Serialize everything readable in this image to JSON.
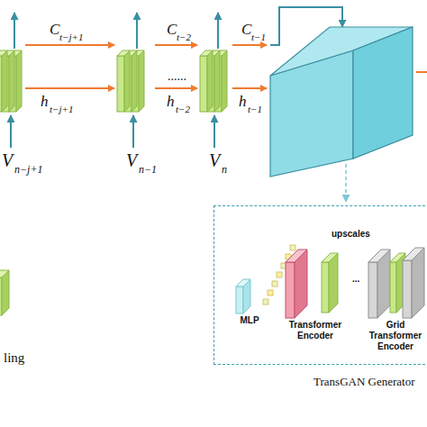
{
  "diagram": {
    "nodes": [
      {
        "text": [
          "TransGAN Generator"
        ]
      },
      {
        "text": [
          "MLP"
        ],
        "in": 0
      },
      {
        "text": [
          "Transformer Encoder"
        ],
        "in": 0
      },
      {
        "text": [
          "Grid Transformer Encoder"
        ],
        "in": 0
      }
    ],
    "labels": [
      "C",
      "t−j+1",
      "C",
      "t−2",
      "C",
      "t−1",
      "h",
      "t−j+1",
      "......",
      "h",
      "t−2",
      "h",
      "t−1",
      "V",
      "n−j+1",
      "V",
      "n−1",
      "V",
      "n",
      "upscales",
      "...",
      "ling"
    ]
  }
}
